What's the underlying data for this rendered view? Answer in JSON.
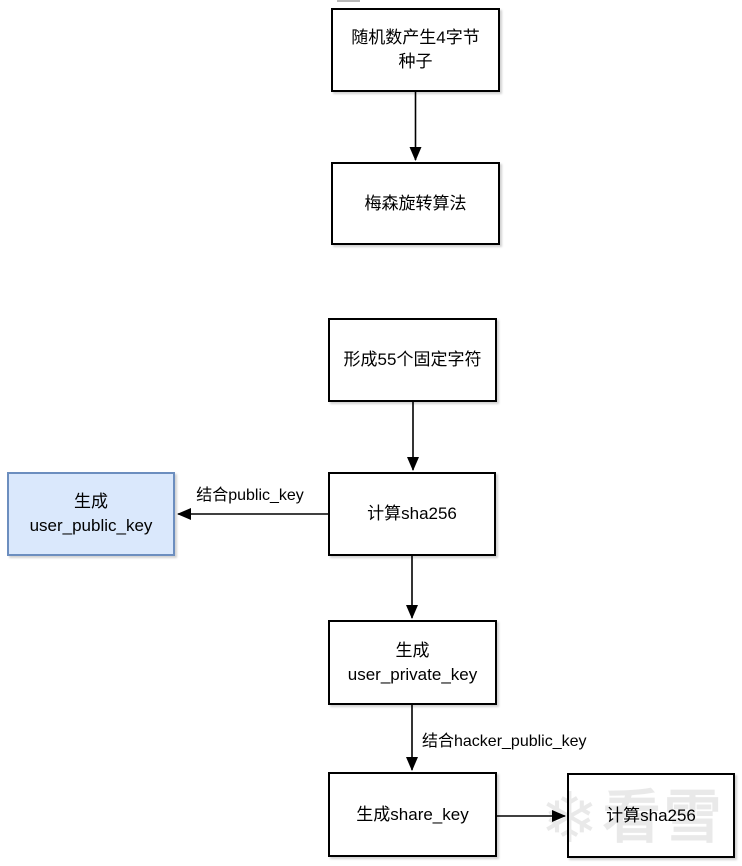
{
  "diagram": {
    "type": "flowchart",
    "colors": {
      "background": "#ffffff",
      "node_fill": "#ffffff",
      "node_border": "#000000",
      "highlight_fill": "#dae8fc",
      "highlight_border": "#6c8ebf",
      "edge_color": "#000000",
      "watermark_color": "#e8e8e8"
    },
    "nodes": {
      "seed": {
        "label": "随机数产生4字节\n种子"
      },
      "mersenne": {
        "label": "梅森旋转算法"
      },
      "fixed_chars": {
        "label": "形成55个固定字符"
      },
      "sha256_user": {
        "label": "计算sha256"
      },
      "user_public_key": {
        "label": "生成\nuser_public_key"
      },
      "user_private_key": {
        "label": "生成\nuser_private_key"
      },
      "share_key": {
        "label": "生成share_key"
      },
      "sha256_share": {
        "label": "计算sha256"
      }
    },
    "edges": [
      {
        "from": "seed",
        "to": "mersenne",
        "label": ""
      },
      {
        "from": "fixed_chars",
        "to": "sha256_user",
        "label": ""
      },
      {
        "from": "sha256_user",
        "to": "user_public_key",
        "label": "结合public_key"
      },
      {
        "from": "sha256_user",
        "to": "user_private_key",
        "label": ""
      },
      {
        "from": "user_private_key",
        "to": "share_key",
        "label": "结合hacker_public_key"
      },
      {
        "from": "share_key",
        "to": "sha256_share",
        "label": ""
      }
    ],
    "edge_labels": {
      "combine_public_key": "结合public_key",
      "combine_hacker_public_key": "结合hacker_public_key"
    },
    "watermark": {
      "icon_glyph": "❄",
      "text": "看雪"
    }
  }
}
